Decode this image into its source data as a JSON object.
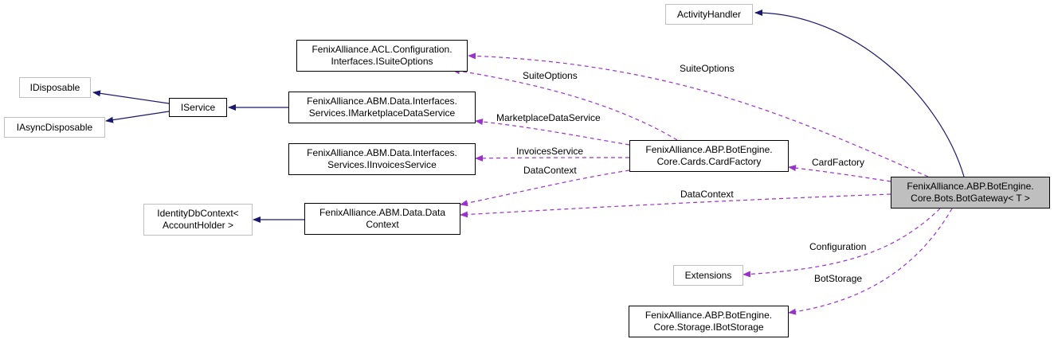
{
  "colors": {
    "inheritance": "#191970",
    "usage": "#9932cc",
    "focus_fill": "#bfbfbf",
    "external_border": "#bfbfbf",
    "node_border": "#000000"
  },
  "nodes": {
    "activity_handler": {
      "lines": [
        "ActivityHandler"
      ]
    },
    "suite_options_iface": {
      "lines": [
        "FenixAlliance.ACL.Configuration.",
        "Interfaces.ISuiteOptions"
      ]
    },
    "idisposable": {
      "lines": [
        "IDisposable"
      ]
    },
    "iasync_disposable": {
      "lines": [
        "IAsyncDisposable"
      ]
    },
    "iservice": {
      "lines": [
        "IService"
      ]
    },
    "marketplace_service": {
      "lines": [
        "FenixAlliance.ABM.Data.Interfaces.",
        "Services.IMarketplaceDataService"
      ]
    },
    "invoices_service": {
      "lines": [
        "FenixAlliance.ABM.Data.Interfaces.",
        "Services.IInvoicesService"
      ]
    },
    "card_factory": {
      "lines": [
        "FenixAlliance.ABP.BotEngine.",
        "Core.Cards.CardFactory"
      ]
    },
    "identity_db_context": {
      "lines": [
        "IdentityDbContext<",
        "AccountHolder >"
      ]
    },
    "data_context": {
      "lines": [
        "FenixAlliance.ABM.Data.Data",
        "Context"
      ]
    },
    "bot_gateway": {
      "lines": [
        "FenixAlliance.ABP.BotEngine.",
        "Core.Bots.BotGateway< T >"
      ]
    },
    "extensions": {
      "lines": [
        "Extensions"
      ]
    },
    "bot_storage": {
      "lines": [
        "FenixAlliance.ABP.BotEngine.",
        "Core.Storage.IBotStorage"
      ]
    }
  },
  "edge_labels": {
    "suite_options_gateway": "SuiteOptions",
    "suite_options_card": "SuiteOptions",
    "marketplace": "MarketplaceDataService",
    "invoices": "InvoicesService",
    "data_context_card": "DataContext",
    "card_factory": "CardFactory",
    "data_context_gateway": "DataContext",
    "configuration": "Configuration",
    "bot_storage": "BotStorage"
  }
}
